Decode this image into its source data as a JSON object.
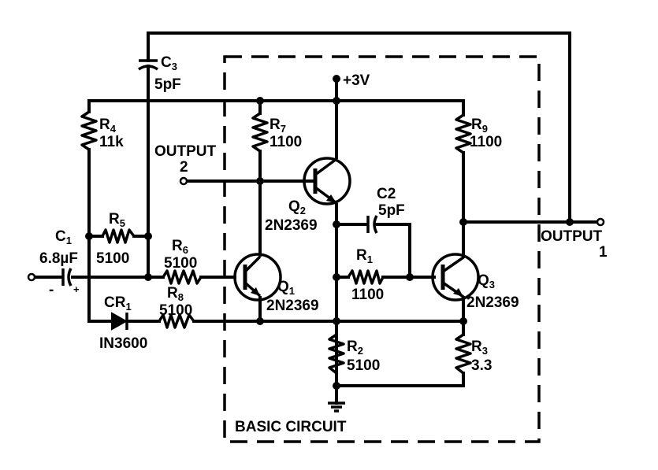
{
  "power": {
    "supply": "+3V"
  },
  "box_label": "BASIC CIRCUIT",
  "outputs": {
    "output1": {
      "name": "OUTPUT",
      "num": "1"
    },
    "output2": {
      "name": "OUTPUT",
      "num": "2"
    }
  },
  "polarity": {
    "minus": "-",
    "plus": "+"
  },
  "components": {
    "C1": {
      "ref": "C",
      "sub": "1",
      "value": "6.8µF"
    },
    "C2": {
      "ref": "C2",
      "value": "5pF"
    },
    "C3": {
      "ref": "C",
      "sub": "3",
      "value": "5pF"
    },
    "CR1": {
      "ref": "CR",
      "sub": "1",
      "value": "IN3600"
    },
    "R1": {
      "ref": "R",
      "sub": "1",
      "value": "1100"
    },
    "R2": {
      "ref": "R",
      "sub": "2",
      "value": "5100"
    },
    "R3": {
      "ref": "R",
      "sub": "3",
      "value": "3.3"
    },
    "R4": {
      "ref": "R",
      "sub": "4",
      "value": "11k"
    },
    "R5": {
      "ref": "R",
      "sub": "5",
      "value": "5100"
    },
    "R6": {
      "ref": "R",
      "sub": "6",
      "value": "5100"
    },
    "R7": {
      "ref": "R",
      "sub": "7",
      "value": "1100"
    },
    "R8": {
      "ref": "R",
      "sub": "8",
      "value": "5100"
    },
    "R9": {
      "ref": "R",
      "sub": "9",
      "value": "1100"
    },
    "Q1": {
      "ref": "Q",
      "sub": "1",
      "value": "2N2369"
    },
    "Q2": {
      "ref": "Q",
      "sub": "2",
      "value": "2N2369"
    },
    "Q3": {
      "ref": "Q",
      "sub": "3",
      "value": "2N2369"
    }
  }
}
